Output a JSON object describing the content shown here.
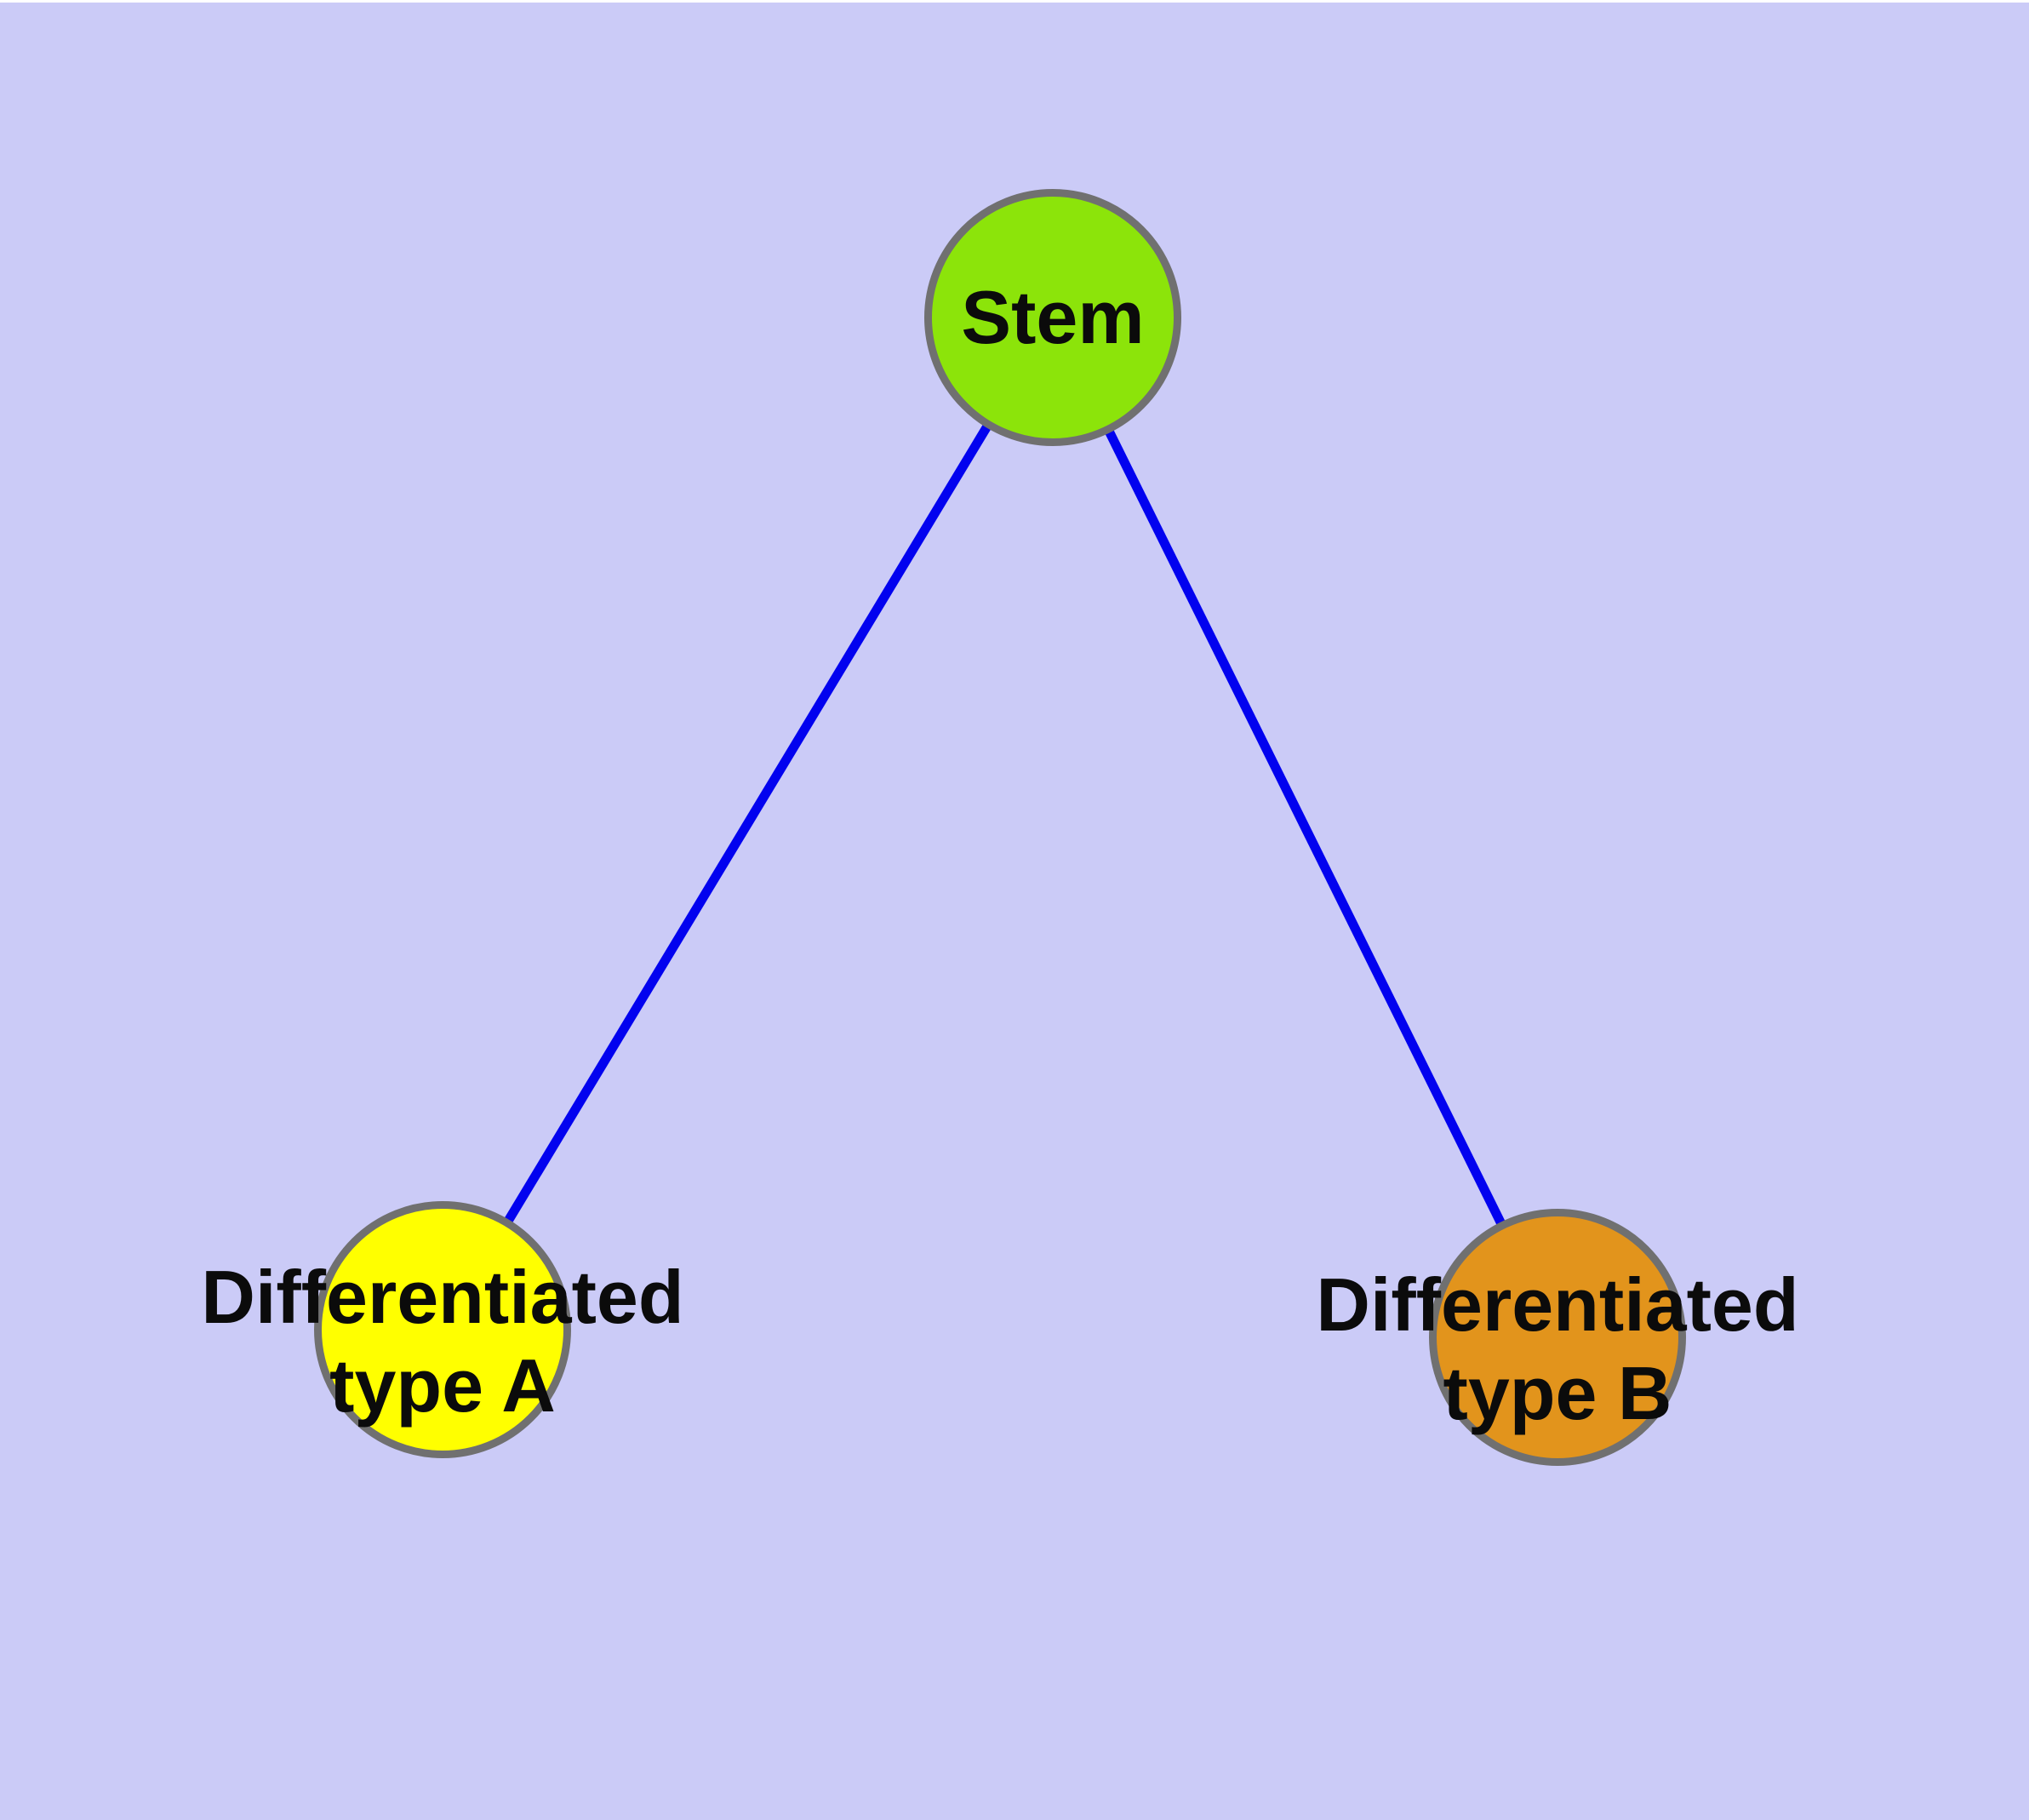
{
  "diagram": {
    "title": "Stem cell differentiation diagram",
    "colors": {
      "background": "#cbcbf7",
      "node_border": "#707070",
      "edge": "#0202ef",
      "label_text": "#0b0b0b",
      "stem_fill": "#8ce40a",
      "type_a_fill": "#ffff00",
      "type_b_fill": "#e2941c",
      "top_edge_highlight": "#ffffff"
    },
    "nodes": {
      "stem": {
        "label": "Stem",
        "fill": "#8ce40a"
      },
      "type_a": {
        "label": "Differentiated type A",
        "label_lines": [
          "Differentiated",
          "type A"
        ],
        "fill": "#ffff00"
      },
      "type_b": {
        "label": "Differentiated type B",
        "label_lines": [
          "Differentiated",
          "type B"
        ],
        "fill": "#e2941c"
      }
    },
    "edges": [
      {
        "from": "stem",
        "to": "type_a"
      },
      {
        "from": "stem",
        "to": "type_b"
      }
    ],
    "edge_style": {
      "color": "#0202ef",
      "width": "11"
    }
  }
}
